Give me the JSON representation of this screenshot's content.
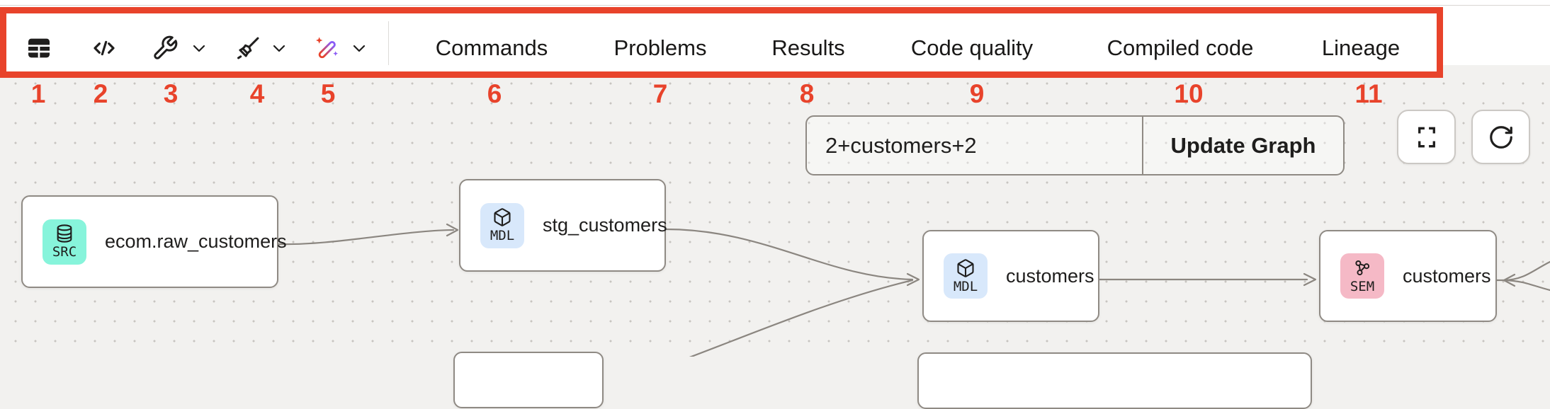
{
  "annotation": {
    "color": "#e8432b",
    "numbers": [
      "1",
      "2",
      "3",
      "4",
      "5",
      "6",
      "7",
      "8",
      "9",
      "10",
      "11"
    ]
  },
  "toolbar": {
    "icons": [
      {
        "name": "table-icon"
      },
      {
        "name": "code-icon"
      },
      {
        "name": "wrench-icon",
        "has_dropdown": true
      },
      {
        "name": "broom-icon",
        "has_dropdown": true
      },
      {
        "name": "magic-wand-icon",
        "has_dropdown": true
      }
    ],
    "tabs": [
      {
        "label": "Commands"
      },
      {
        "label": "Problems"
      },
      {
        "label": "Results"
      },
      {
        "label": "Code quality"
      },
      {
        "label": "Compiled code"
      },
      {
        "label": "Lineage"
      }
    ]
  },
  "graph_controls": {
    "filter_input_value": "2+customers+2",
    "update_button_label": "Update Graph",
    "buttons": [
      {
        "name": "fullscreen-icon"
      },
      {
        "name": "refresh-icon"
      }
    ]
  },
  "graph": {
    "nodes": [
      {
        "badge": "SRC",
        "icon": "database-icon",
        "label": "ecom.raw_customers",
        "badge_color": "#87f4db"
      },
      {
        "badge": "MDL",
        "icon": "cube-icon",
        "label": "stg_customers",
        "badge_color": "#d8e8fb"
      },
      {
        "badge": "MDL",
        "icon": "cube-icon",
        "label": "customers",
        "badge_color": "#d8e8fb"
      },
      {
        "badge": "SEM",
        "icon": "semantic-graph-icon",
        "label": "customers",
        "badge_color": "#f5b9c6"
      }
    ],
    "edge_color": "#8b8680"
  }
}
